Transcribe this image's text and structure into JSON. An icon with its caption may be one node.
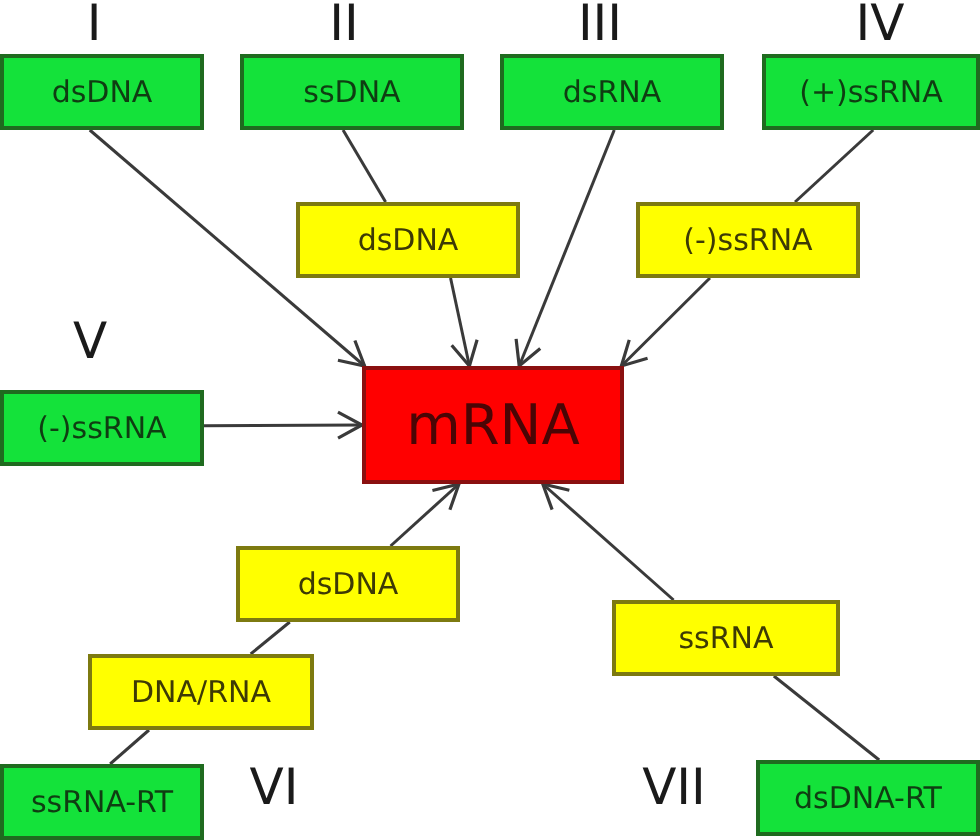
{
  "diagram": {
    "nodes": [
      {
        "text": [
          "dsDNA"
        ],
        "beside": [
          "I"
        ]
      },
      {
        "text": [
          "ssDNA"
        ],
        "beside": [
          "II"
        ]
      },
      {
        "text": [
          "dsRNA"
        ],
        "beside": [
          "III"
        ]
      },
      {
        "text": [
          "(+)ssRNA"
        ],
        "beside": [
          "IV"
        ]
      },
      {
        "text": [
          "dsDNA"
        ]
      },
      {
        "text": [
          "(-)ssRNA"
        ]
      },
      {
        "text": [
          "(-)ssRNA"
        ],
        "beside": [
          "V"
        ]
      },
      {
        "text": [
          "mRNA"
        ]
      },
      {
        "text": [
          "dsDNA"
        ]
      },
      {
        "text": [
          "ssRNA"
        ]
      },
      {
        "text": [
          "DNA/RNA"
        ]
      },
      {
        "text": [
          "ssRNA-RT"
        ],
        "beside": [
          "VI"
        ]
      },
      {
        "text": [
          "dsDNA-RT"
        ],
        "beside": [
          "VII"
        ]
      }
    ],
    "edges": [
      {
        "from": 0,
        "to": 7,
        "arrow": "to"
      },
      {
        "from": 1,
        "to": 4,
        "arrow": "none"
      },
      {
        "from": 4,
        "to": 7,
        "arrow": "to"
      },
      {
        "from": 2,
        "to": 7,
        "arrow": "to"
      },
      {
        "from": 3,
        "to": 5,
        "arrow": "none"
      },
      {
        "from": 5,
        "to": 7,
        "arrow": "to"
      },
      {
        "from": 6,
        "to": 7,
        "arrow": "to"
      },
      {
        "from": 8,
        "to": 7,
        "arrow": "to"
      },
      {
        "from": 10,
        "to": 8,
        "arrow": "none"
      },
      {
        "from": 11,
        "to": 10,
        "arrow": "none"
      },
      {
        "from": 9,
        "to": 7,
        "arrow": "to"
      },
      {
        "from": 12,
        "to": 9,
        "arrow": "none"
      }
    ]
  }
}
